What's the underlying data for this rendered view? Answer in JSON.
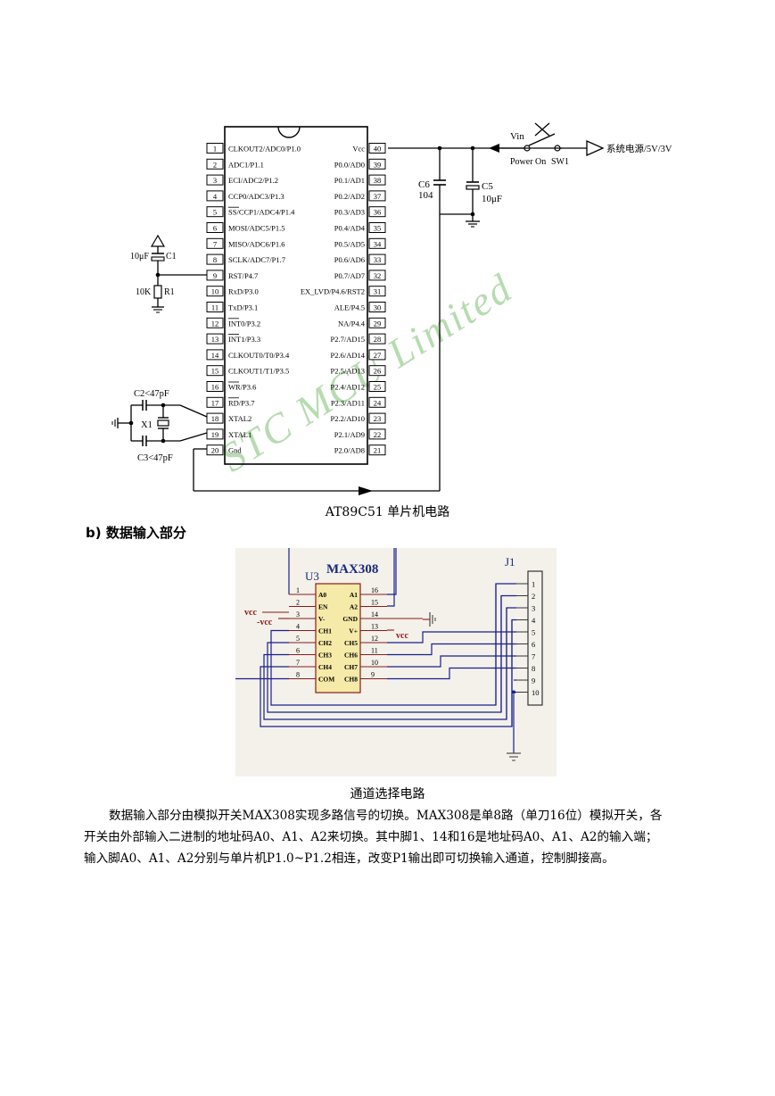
{
  "fig1": {
    "caption": "AT89C51 单片机电路",
    "watermark": "STC  MCU  Limited",
    "left_pins": [
      {
        "num": "1",
        "label": "CLKOUT2/ADC0/P1.0"
      },
      {
        "num": "2",
        "label": "ADC1/P1.1"
      },
      {
        "num": "3",
        "label": "ECI/ADC2/P1.2"
      },
      {
        "num": "4",
        "label": "CCP0/ADC3/P1.3"
      },
      {
        "num": "5",
        "label": "SS/CCP1/ADC4/P1.4"
      },
      {
        "num": "6",
        "label": "MOSI/ADC5/P1.5"
      },
      {
        "num": "7",
        "label": "MISO/ADC6/P1.6"
      },
      {
        "num": "8",
        "label": "SCLK/ADC7/P1.7"
      },
      {
        "num": "9",
        "label": "RST/P4.7"
      },
      {
        "num": "10",
        "label": "RxD/P3.0"
      },
      {
        "num": "11",
        "label": "TxD/P3.1"
      },
      {
        "num": "12",
        "label": "INT0/P3.2"
      },
      {
        "num": "13",
        "label": "INT1/P3.3"
      },
      {
        "num": "14",
        "label": "CLKOUT0/T0/P3.4"
      },
      {
        "num": "15",
        "label": "CLKOUT1/T1/P3.5"
      },
      {
        "num": "16",
        "label": "WR/P3.6"
      },
      {
        "num": "17",
        "label": "RD/P3.7"
      },
      {
        "num": "18",
        "label": "XTAL2"
      },
      {
        "num": "19",
        "label": "XTAL1"
      },
      {
        "num": "20",
        "label": "Gnd"
      }
    ],
    "right_pins": [
      {
        "num": "40",
        "label": "Vcc"
      },
      {
        "num": "39",
        "label": "P0.0/AD0"
      },
      {
        "num": "38",
        "label": "P0.1/AD1"
      },
      {
        "num": "37",
        "label": "P0.2/AD2"
      },
      {
        "num": "36",
        "label": "P0.3/AD3"
      },
      {
        "num": "35",
        "label": "P0.4/AD4"
      },
      {
        "num": "34",
        "label": "P0.5/AD5"
      },
      {
        "num": "33",
        "label": "P0.6/AD6"
      },
      {
        "num": "32",
        "label": "P0.7/AD7"
      },
      {
        "num": "31",
        "label": "EX_LVD/P4.6/RST2"
      },
      {
        "num": "30",
        "label": "ALE/P4.5"
      },
      {
        "num": "29",
        "label": "NA/P4.4"
      },
      {
        "num": "28",
        "label": "P2.7/AD15"
      },
      {
        "num": "27",
        "label": "P2.6/AD14"
      },
      {
        "num": "26",
        "label": "P2.5/AD13"
      },
      {
        "num": "25",
        "label": "P2.4/AD12"
      },
      {
        "num": "24",
        "label": "P2.3/AD11"
      },
      {
        "num": "23",
        "label": "P2.2/AD10"
      },
      {
        "num": "22",
        "label": "P2.1/AD9"
      },
      {
        "num": "21",
        "label": "P2.0/AD8"
      }
    ],
    "c1_value": "10μF",
    "c1_name": "C1",
    "r1_value": "10K",
    "r1_name": "R1",
    "c2": "C2<47pF",
    "c3": "C3<47pF",
    "x1": "X1",
    "c6_name": "C6",
    "c6_value": "104",
    "c5_name": "C5",
    "c5_value": "10μF",
    "vin": "Vin",
    "power_on": "Power On",
    "sw1": "SW1",
    "supply": "系统电源/5V/3V"
  },
  "section_b": "b)   数据输入部分",
  "fig2": {
    "caption": "通道选择电路",
    "chip_ref": "U3",
    "chip_name": "MAX308",
    "conn_ref": "J1",
    "vcc_left": "vcc",
    "vcc_neg": "-vcc",
    "vcc_right": "vcc",
    "left_pins": [
      {
        "num": "1",
        "label": "A0"
      },
      {
        "num": "2",
        "label": "EN"
      },
      {
        "num": "3",
        "label": "V-"
      },
      {
        "num": "4",
        "label": "CH1"
      },
      {
        "num": "5",
        "label": "CH2"
      },
      {
        "num": "6",
        "label": "CH3"
      },
      {
        "num": "7",
        "label": "CH4"
      },
      {
        "num": "8",
        "label": "COM"
      }
    ],
    "right_pins": [
      {
        "num": "16",
        "label": "A1"
      },
      {
        "num": "15",
        "label": "A2"
      },
      {
        "num": "14",
        "label": "GND"
      },
      {
        "num": "13",
        "label": "V+"
      },
      {
        "num": "12",
        "label": "CH5"
      },
      {
        "num": "11",
        "label": "CH6"
      },
      {
        "num": "10",
        "label": "CH7"
      },
      {
        "num": "9",
        "label": "CH8"
      }
    ],
    "conn_pins": [
      "1",
      "2",
      "3",
      "4",
      "5",
      "6",
      "7",
      "8",
      "9",
      "10"
    ]
  },
  "paragraph": {
    "line1": "数据输入部分由模拟开关MAX308实现多路信号的切换。MAX308是单8路（单刀16位）模拟开关，各",
    "line2": "开关由外部输入二进制的地址码A0、A1、A2来切换。其中脚1、14和16是地址码A0、A1、A2的输入端；",
    "line3": "输入脚A0、A1、A2分别与单片机P1.0~P1.2相连，改变P1输出即可切换输入通道，控制脚接高。"
  },
  "colors": {
    "wire_blue": "#1a1f8c",
    "wire_red": "#8a1a1a",
    "chip_fill": "#f6eaa8",
    "chip_title": "#1a2a7a",
    "watermark": "#b6dcb0",
    "panel_bg": "#f3f1ea"
  }
}
